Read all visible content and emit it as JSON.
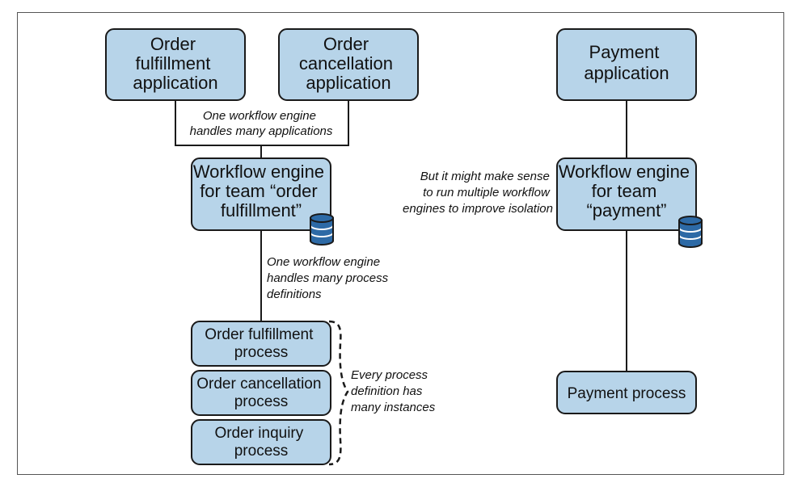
{
  "colors": {
    "box_fill": "#b7d4e9",
    "box_stroke": "#1a1a1a",
    "line": "#1a1a1a",
    "frame": "#555555",
    "database_fill": "#2d6aa6"
  },
  "boxes": {
    "order_fulfillment_app": [
      "Order",
      "fulfillment",
      "application"
    ],
    "order_cancellation_app": [
      "Order",
      "cancellation",
      "application"
    ],
    "payment_app": [
      "Payment",
      "application"
    ],
    "workflow_engine_order": [
      "Workflow engine",
      "for team “order",
      "fulfillment”"
    ],
    "workflow_engine_payment": [
      "Workflow engine",
      "for team",
      "“payment”"
    ],
    "order_fulfillment_process": [
      "Order fulfillment",
      "process"
    ],
    "order_cancellation_process": [
      "Order cancellation",
      "process"
    ],
    "order_inquiry_process": [
      "Order inquiry",
      "process"
    ],
    "payment_process": [
      "Payment process"
    ]
  },
  "notes": {
    "engine_many_apps": [
      "One workflow engine",
      "handles many applications"
    ],
    "multiple_engines": [
      "But it might make sense",
      "to run multiple workflow",
      "engines to improve isolation"
    ],
    "engine_many_definitions": [
      "One workflow engine",
      "handles many process",
      "definitions"
    ],
    "process_instances": [
      "Every process",
      "definition has",
      "many instances"
    ]
  },
  "icons": {
    "database": "database-icon"
  }
}
